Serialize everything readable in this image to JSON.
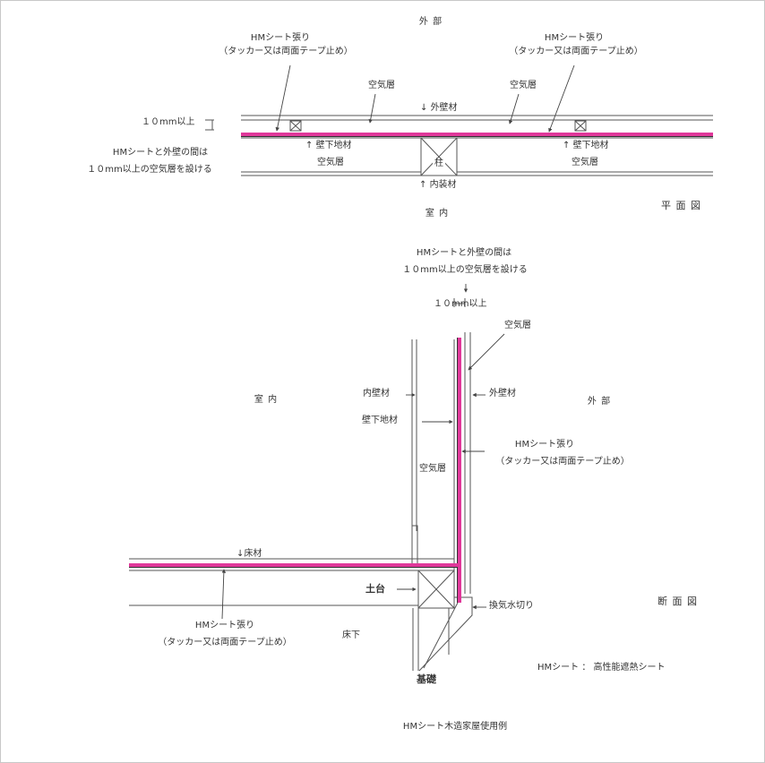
{
  "colors": {
    "sheet": "#e0389a",
    "line": "#555555",
    "text": "#333333"
  },
  "plan": {
    "exterior": "外 部",
    "interior": "室 内",
    "view_name": "平 面 図",
    "hm_left_1": "HMシート張り",
    "hm_left_2": "（タッカー又は両面テープ止め）",
    "hm_right_1": "HMシート張り",
    "hm_right_2": "（タッカー又は両面テープ止め）",
    "air_left": "空気層",
    "air_right": "空気層",
    "exterior_wall": "外壁材",
    "gap_dim": "１０mm以上",
    "note_1": "HMシートと外壁の間は",
    "note_2": "１０mm以上の空気層を設ける",
    "base_left": "壁下地材",
    "base_right": "壁下地材",
    "air_low_left": "空気層",
    "air_low_right": "空気層",
    "pillar": "柱",
    "interior_wall": "内装材"
  },
  "section": {
    "note_1": "HMシートと外壁の間は",
    "note_2": "１０mm以上の空気層を設ける",
    "gap_dim": "１０mm以上",
    "air_top": "空気層",
    "interior": "室 内",
    "inner_wall": "内壁材",
    "outer_wall": "外壁材",
    "exterior": "外 部",
    "wall_base": "壁下地材",
    "hm_1": "HMシート張り",
    "hm_2": "（タッカー又は両面テープ止め）",
    "air_mid": "空気層",
    "floor": "床材",
    "sill": "土台",
    "flashing": "換気水切り",
    "view_name": "断 面 図",
    "hm_floor_1": "HMシート張り",
    "hm_floor_2": "（タッカー又は両面テープ止め）",
    "underfloor": "床下",
    "foundation": "基礎",
    "legend": "HMシート ： 高性能遮熱シート"
  },
  "caption": "HMシート木造家屋使用例"
}
